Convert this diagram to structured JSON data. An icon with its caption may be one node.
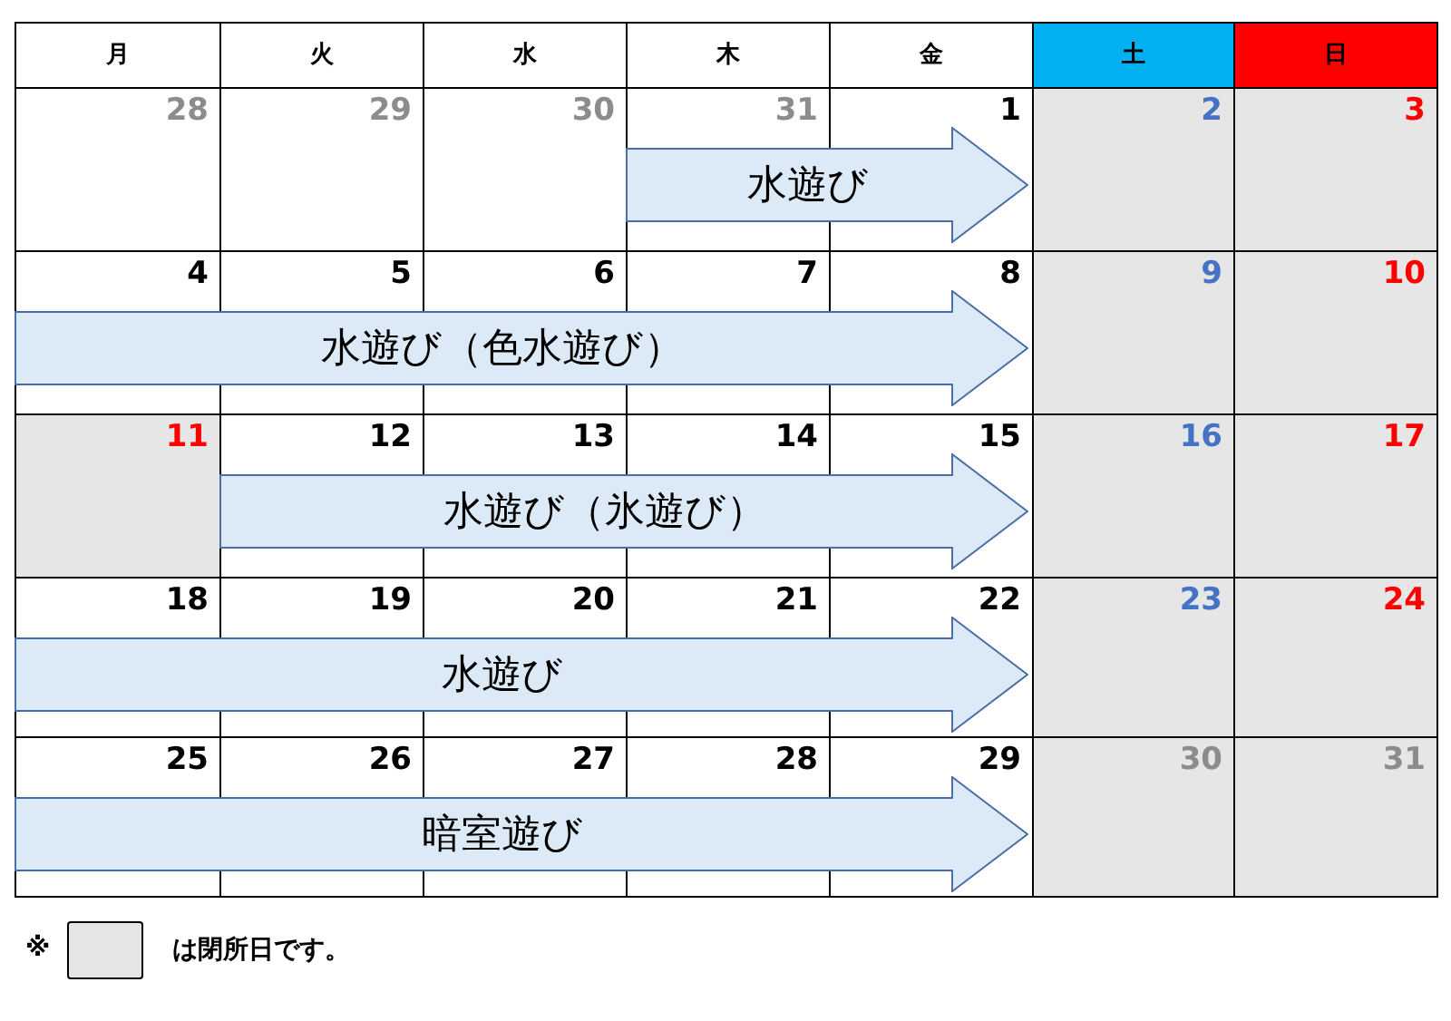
{
  "diagram": {
    "nodes": [
      {
        "text": [
          "水遊び"
        ]
      },
      {
        "text": [
          "水遊び（色水遊び）"
        ]
      },
      {
        "text": [
          "水遊び（氷遊び）"
        ]
      },
      {
        "text": [
          "水遊び"
        ]
      },
      {
        "text": [
          "暗室遊び"
        ]
      }
    ],
    "labels": [
      "月",
      "火",
      "水",
      "木",
      "金",
      "土",
      "日",
      "28",
      "29",
      "30",
      "31",
      "1",
      "2",
      "3",
      "4",
      "5",
      "6",
      "7",
      "8",
      "9",
      "10",
      "11",
      "12",
      "13",
      "14",
      "15",
      "16",
      "17",
      "18",
      "19",
      "20",
      "21",
      "22",
      "23",
      "24",
      "25",
      "26",
      "27",
      "28",
      "29",
      "30",
      "31",
      "※"
    ],
    "legend": [
      {
        "text": "は閉所日です。",
        "color": "#e6e6e6"
      }
    ]
  }
}
